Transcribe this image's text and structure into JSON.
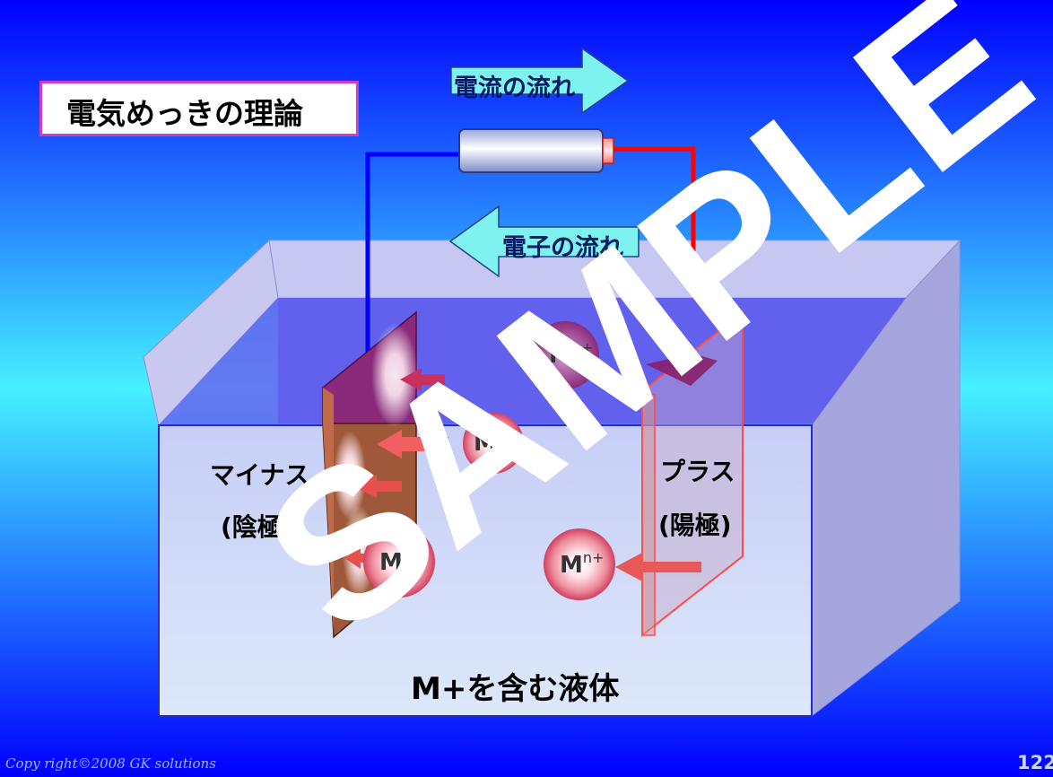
{
  "slide": {
    "title": "電気めっきの理論",
    "current_flow": "電流の流れ",
    "electron_flow": "電子の流れ",
    "cathode": {
      "name": "マイナス",
      "sub": "(陰極)"
    },
    "anode": {
      "name": "プラス",
      "sub": "(陽極)"
    },
    "liquid": "M+を含む液体",
    "ion_base": "M",
    "ion_charge": "n+",
    "watermark": "SAMPLE",
    "copyright": "Copy right©2008 GK solutions",
    "page_number": "122"
  },
  "colors": {
    "background_top": "#0000ff",
    "background_mid": "#46f0ff",
    "cathode_plate": "#a0583a",
    "anode_plate": "#c8a8b8",
    "positive_wire": "#ff0000",
    "negative_wire": "#0000ff",
    "title_border": "#d23cc2"
  }
}
